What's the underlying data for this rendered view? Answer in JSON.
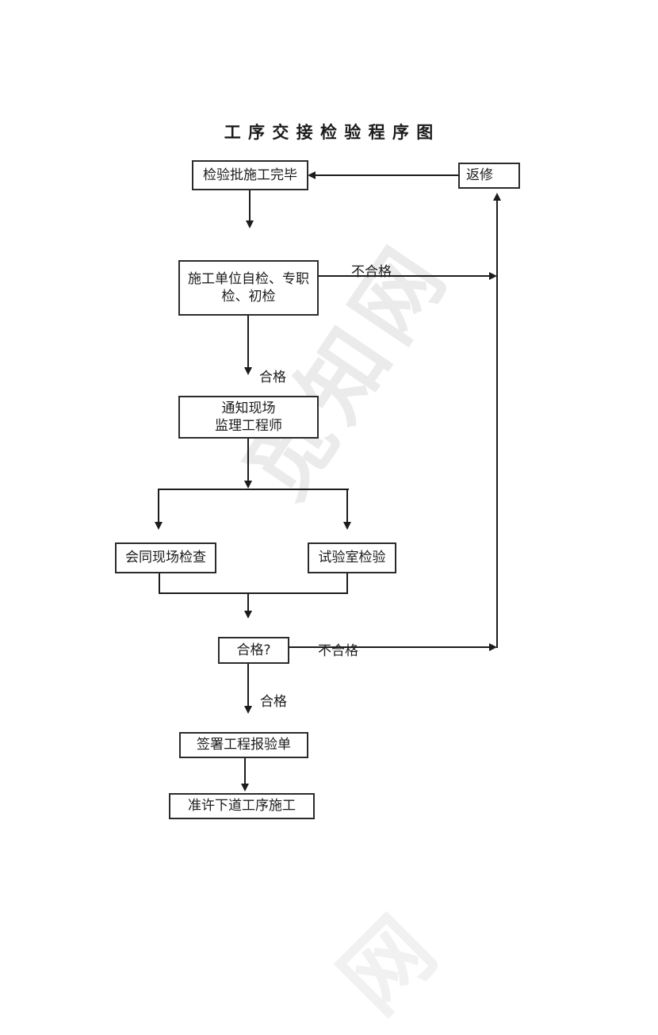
{
  "title": "工 序 交 接 检 验 程 序 图",
  "nodes": {
    "start": "检验批施工完毕",
    "rework": "返修",
    "self_check": {
      "line1": "施工单位自检、专职",
      "line2": "检、初检"
    },
    "notify": {
      "line1": "通知现场",
      "line2": "监理工程师"
    },
    "site_check": "会同现场检查",
    "lab_test": "试验室检验",
    "decision": "合格?",
    "sign": "签署工程报验单",
    "next": "准许下道工序施工"
  },
  "labels": {
    "pass_after_self_check": "合格",
    "fail_after_self_check": "不合格",
    "fail_after_decision": "不合格",
    "pass_after_decision": "合格"
  },
  "watermark": {
    "main": "觅知网",
    "partial": "网"
  },
  "colors": {
    "line": "#1c1c1c",
    "background": "#ffffff",
    "watermark": "#ebebeb"
  }
}
